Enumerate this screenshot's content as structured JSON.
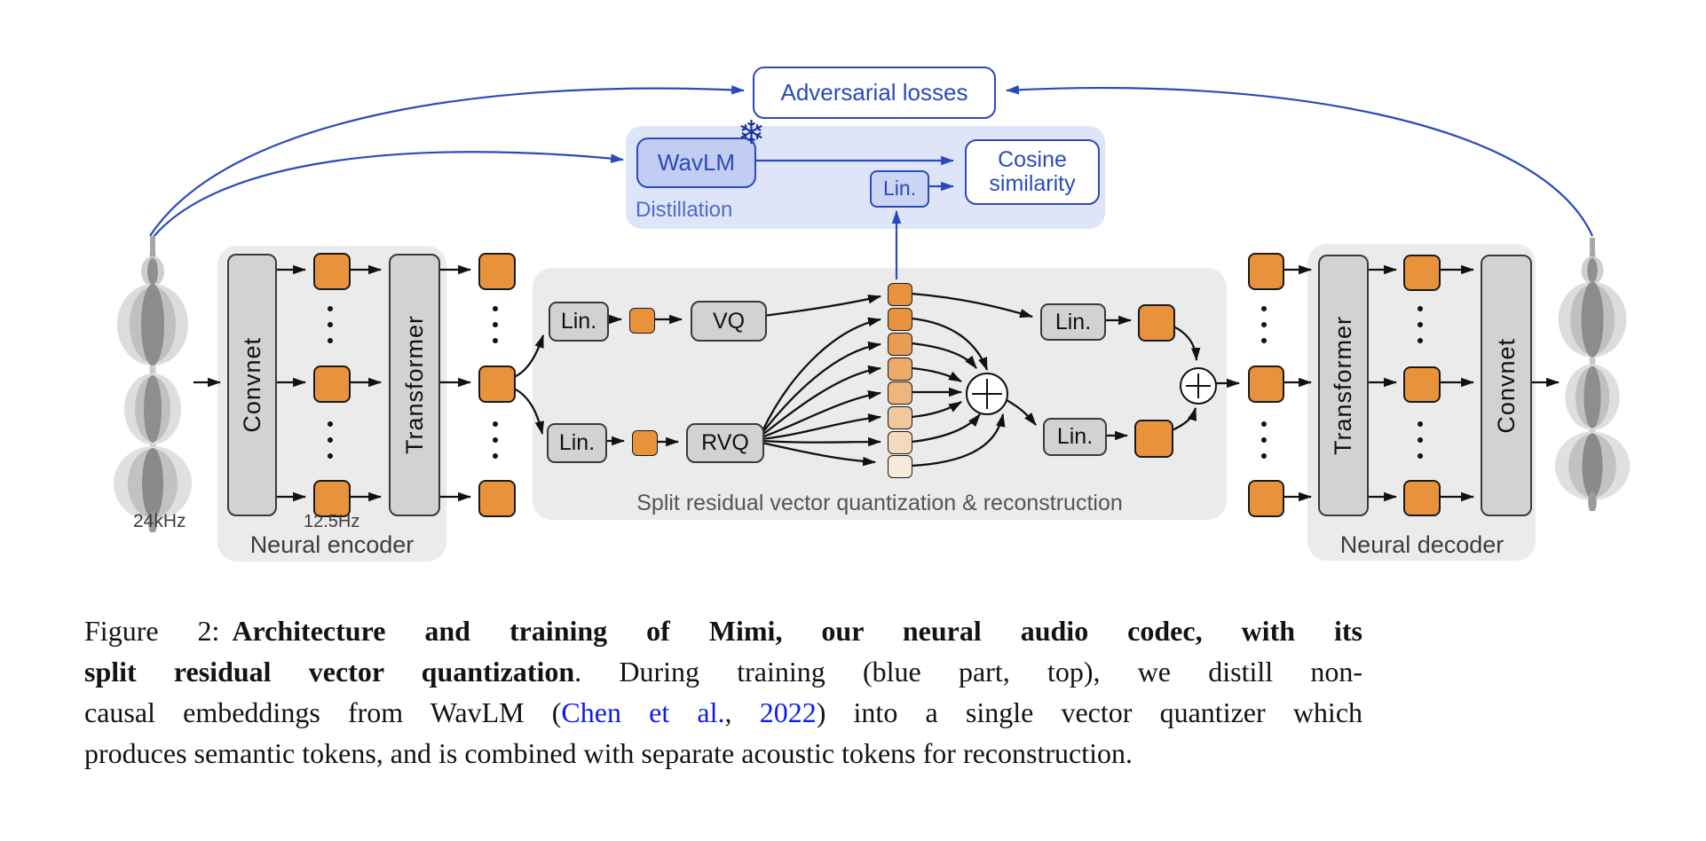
{
  "figure": {
    "training": {
      "adversarial_label": "Adversarial losses",
      "wavlm_label": "WavLM",
      "snowflake_char": "❄",
      "distillation_label": "Distillation",
      "lin_label": "Lin.",
      "cosine_line1": "Cosine",
      "cosine_line2": "similarity"
    },
    "encoder": {
      "convnet_label": "Convnet",
      "transformer_label": "Transformer",
      "container_label": "Neural encoder",
      "sample_rate_label": "24kHz",
      "frame_rate_label": "12.5Hz"
    },
    "quantizer": {
      "lin_semantic_label": "Lin.",
      "vq_label": "VQ",
      "lin_acoustic_label": "Lin.",
      "rvq_label": "RVQ",
      "lin_out_top_label": "Lin.",
      "lin_out_bottom_label": "Lin.",
      "container_label": "Split residual vector quantization & reconstruction",
      "token_colors": [
        "#e8923c",
        "#e8943e",
        "#e99d52",
        "#ecab6b",
        "#eeb67e",
        "#f1c89e",
        "#f5d9be",
        "#f8ead9"
      ]
    },
    "decoder": {
      "transformer_label": "Transformer",
      "convnet_label": "Convnet",
      "container_label": "Neural decoder"
    },
    "colors": {
      "accent_blue": "#2b4abc",
      "token_orange": "#e8923c",
      "container_gray": "#ebebeb",
      "distill_bg": "#dfe5f8"
    }
  },
  "caption": {
    "lines": [
      {
        "seg0": "Figure 2:",
        "seg1": "Architecture and training of Mimi, our neural audio codec, with its"
      },
      {
        "seg0": "split residual vector quantization",
        "seg1": ". During training (blue part, top), we distill non-"
      },
      {
        "seg0": "causal embeddings from WavLM (",
        "seg1": "Chen et al.",
        "seg2": ", ",
        "seg3": "2022",
        "seg4": ") into a single vector quantizer which"
      },
      {
        "seg0": "produces semantic tokens, and is combined with separate acoustic tokens for reconstruction."
      }
    ]
  }
}
